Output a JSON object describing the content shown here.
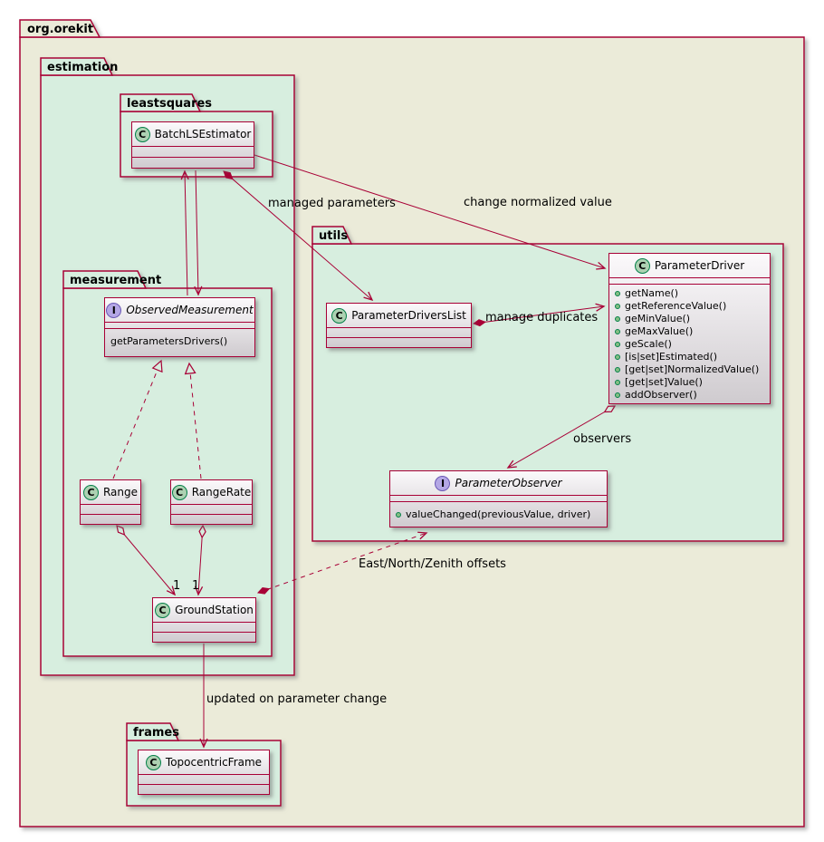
{
  "diagram": {
    "packages": {
      "org_orekit": {
        "label": "org.orekit"
      },
      "estimation": {
        "label": "estimation"
      },
      "leastsquares": {
        "label": "leastsquares"
      },
      "measurement": {
        "label": "measurement"
      },
      "utils": {
        "label": "utils"
      },
      "frames": {
        "label": "frames"
      }
    },
    "classes": {
      "batchlsestimator": {
        "icon": "C",
        "name": "BatchLSEstimator"
      },
      "observedmeasurement": {
        "icon": "I",
        "name": "ObservedMeasurement",
        "methods": [
          "getParametersDrivers()"
        ]
      },
      "range": {
        "icon": "C",
        "name": "Range"
      },
      "rangerate": {
        "icon": "C",
        "name": "RangeRate"
      },
      "groundstation": {
        "icon": "C",
        "name": "GroundStation"
      },
      "parameterdriverslist": {
        "icon": "C",
        "name": "ParameterDriversList"
      },
      "parameterdriver": {
        "icon": "C",
        "name": "ParameterDriver",
        "methods": [
          "getName()",
          "getReferenceValue()",
          "geMinValue()",
          "geMaxValue()",
          "geScale()",
          "[is|set]Estimated()",
          "[get|set]NormalizedValue()",
          "[get|set]Value()",
          "addObserver()"
        ]
      },
      "parameterobserver": {
        "icon": "I",
        "name": "ParameterObserver",
        "methods": [
          "valueChanged(previousValue, driver)"
        ]
      },
      "topocentricframe": {
        "icon": "C",
        "name": "TopocentricFrame"
      }
    },
    "edge_labels": {
      "managed_parameters": "managed parameters",
      "change_normalized_value": "change normalized value",
      "manage_duplicates": "manage duplicates",
      "observers": "observers",
      "east_north_zenith_offsets": "East/North/Zenith offsets",
      "updated_on_parameter_change": "updated on parameter change",
      "multiplicity_range": "1",
      "multiplicity_rangerate": "1"
    },
    "colors": {
      "border": "#A80036",
      "outer_package_bg": "#EBEBD9",
      "inner_package_bg": "#D7EEDF",
      "class_icon_bg": "#ADD1B2",
      "interface_icon_bg": "#B4A7E5",
      "method_dot": "#84BE84"
    }
  }
}
